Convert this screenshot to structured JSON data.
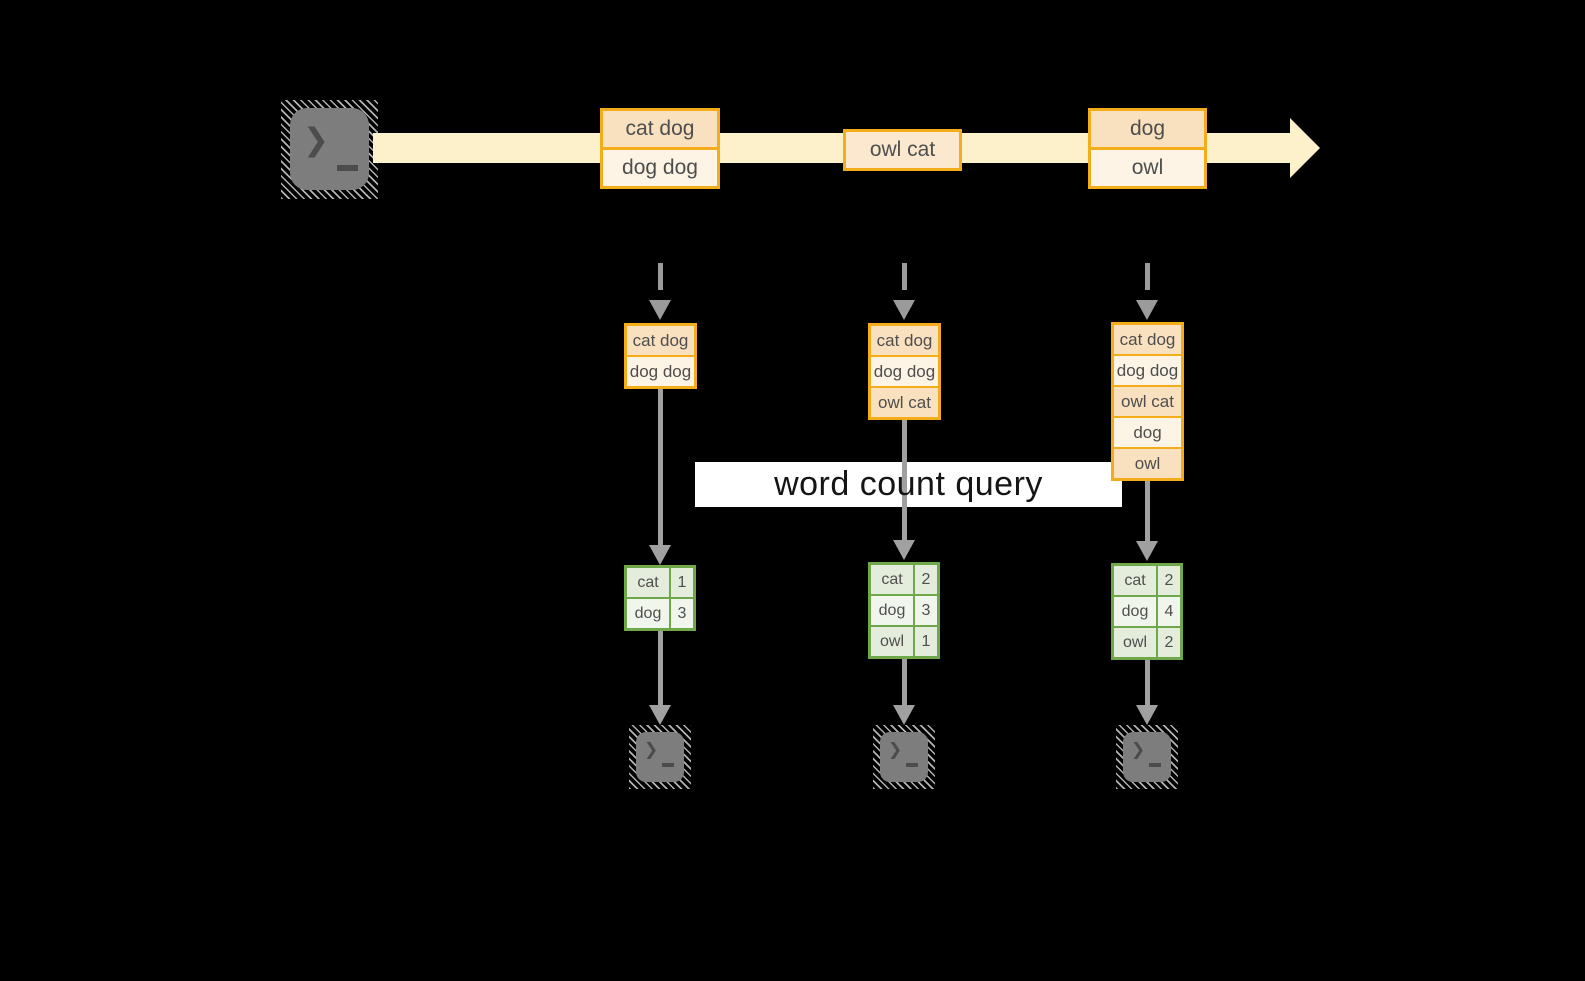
{
  "stream": {
    "records": [
      {
        "rows": [
          "cat dog",
          "dog dog"
        ]
      },
      {
        "rows": [
          "owl cat"
        ]
      },
      {
        "rows": [
          "dog",
          "owl"
        ]
      }
    ]
  },
  "buffers": [
    {
      "rows": [
        "cat dog",
        "dog dog"
      ]
    },
    {
      "rows": [
        "cat dog",
        "dog dog",
        "owl cat"
      ]
    },
    {
      "rows": [
        "cat dog",
        "dog dog",
        "owl cat",
        "dog",
        "owl"
      ]
    }
  ],
  "query_label": "word count query",
  "tables": [
    {
      "rows": [
        {
          "word": "cat",
          "count": "1"
        },
        {
          "word": "dog",
          "count": "3"
        }
      ]
    },
    {
      "rows": [
        {
          "word": "cat",
          "count": "2"
        },
        {
          "word": "dog",
          "count": "3"
        },
        {
          "word": "owl",
          "count": "1"
        }
      ]
    },
    {
      "rows": [
        {
          "word": "cat",
          "count": "2"
        },
        {
          "word": "dog",
          "count": "4"
        },
        {
          "word": "owl",
          "count": "2"
        }
      ]
    }
  ],
  "terminal": {
    "prompt": "❯"
  },
  "colors": {
    "background": "#000000",
    "stream_arrow": "#fcf1cb",
    "record_border": "#f3ad1b",
    "record_fill_peach": "#f9e1c0",
    "record_fill_cream": "#fdf4e5",
    "table_border": "#6fa84a",
    "table_fill_dark": "#e4ecdc",
    "table_fill_light": "#f1f6ed",
    "arrow_gray": "#9b9b9b",
    "terminal_gray": "#7d7d7d",
    "query_band": "#ffffff"
  }
}
